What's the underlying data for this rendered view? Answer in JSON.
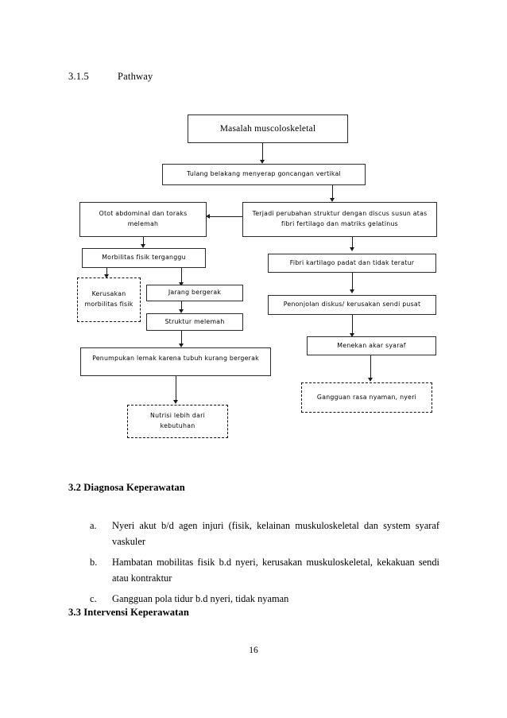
{
  "document": {
    "section_heading": {
      "number": "3.1.5",
      "title": "Pathway"
    },
    "page_number": "16"
  },
  "flowchart": {
    "nodes": [
      {
        "id": "masalah",
        "label": "Masalah muscoloskeletal",
        "style": "solid"
      },
      {
        "id": "tulang",
        "label": "Tulang belakang menyerap goncangan vertikal",
        "style": "solid"
      },
      {
        "id": "otot",
        "label": "Otot abdominal dan toraks melemah",
        "style": "solid"
      },
      {
        "id": "terjadi",
        "label": "Terjadi perubahan struktur dengan discus susun atas fibri fertilago dan matriks gelatinus",
        "style": "solid"
      },
      {
        "id": "morbilitas",
        "label": "Morbilitas fisik terganggu",
        "style": "solid"
      },
      {
        "id": "kerusakan",
        "label": "Kerusakan morbilitas fisik",
        "style": "dashed"
      },
      {
        "id": "jarang",
        "label": "Jarang bergerak",
        "style": "solid"
      },
      {
        "id": "struktur",
        "label": "Struktur melemah",
        "style": "solid"
      },
      {
        "id": "fibri",
        "label": "Fibri kartilago padat dan tidak teratur",
        "style": "solid"
      },
      {
        "id": "penonjolan",
        "label": "Penonjolan diskus/ kerusakan sendi pusat",
        "style": "solid"
      },
      {
        "id": "menekan",
        "label": "Menekan akar syaraf",
        "style": "solid"
      },
      {
        "id": "gangguan_rasa",
        "label": "Gangguan rasa nyaman, nyeri",
        "style": "dashed"
      },
      {
        "id": "penumpukan",
        "label": "Penumpukan lemak karena tubuh kurang bergerak",
        "style": "solid"
      },
      {
        "id": "nutrisi",
        "label": "Nutrisi lebih dari kebutuhan",
        "style": "dashed"
      }
    ]
  },
  "body": {
    "diagnosa_heading": "3.2  Diagnosa Keperawatan",
    "items": [
      {
        "marker": "a.",
        "text": "Nyeri akut b/d agen injuri (fisik, kelainan muskuloskeletal dan system syaraf vaskuler"
      },
      {
        "marker": "b.",
        "text": "Hambatan mobilitas fisik b.d nyeri, kerusakan muskuloskeletal, kekakuan sendi atau kontraktur"
      },
      {
        "marker": "c.",
        "text": "Gangguan pola tidur b.d nyeri, tidak nyaman"
      }
    ],
    "intervensi_heading": "3.3 Intervensi Keperawatan"
  }
}
